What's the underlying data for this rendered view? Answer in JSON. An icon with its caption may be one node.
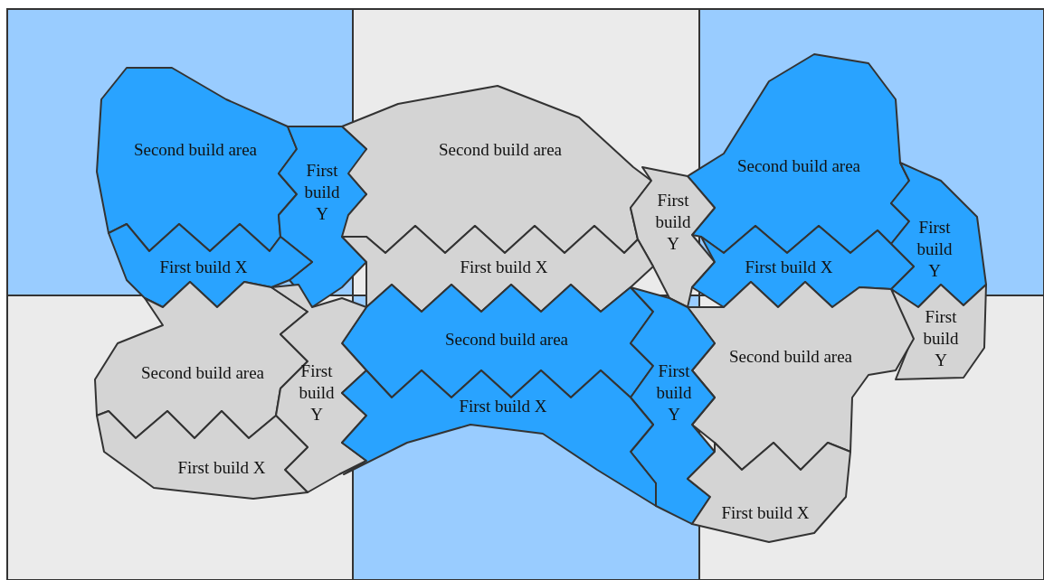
{
  "diagram": {
    "nodes": [
      {
        "text": [
          "Second build area"
        ]
      },
      {
        "text": [
          "Second build area"
        ]
      },
      {
        "text": [
          "Second build area"
        ]
      },
      {
        "text": [
          "First build Y"
        ]
      },
      {
        "text": [
          "First build Y"
        ]
      },
      {
        "text": [
          "First build Y"
        ]
      },
      {
        "text": [
          "First build X"
        ]
      },
      {
        "text": [
          "First build X"
        ]
      },
      {
        "text": [
          "First build X"
        ]
      },
      {
        "text": [
          "First build Y"
        ]
      },
      {
        "text": [
          "Second build area"
        ]
      },
      {
        "text": [
          "Second build area"
        ]
      },
      {
        "text": [
          "Second build area"
        ]
      },
      {
        "text": [
          "First build Y"
        ]
      },
      {
        "text": [
          "First build Y"
        ]
      },
      {
        "text": [
          "First build X"
        ]
      },
      {
        "text": [
          "First build X"
        ]
      },
      {
        "text": [
          "First build X"
        ]
      }
    ]
  }
}
